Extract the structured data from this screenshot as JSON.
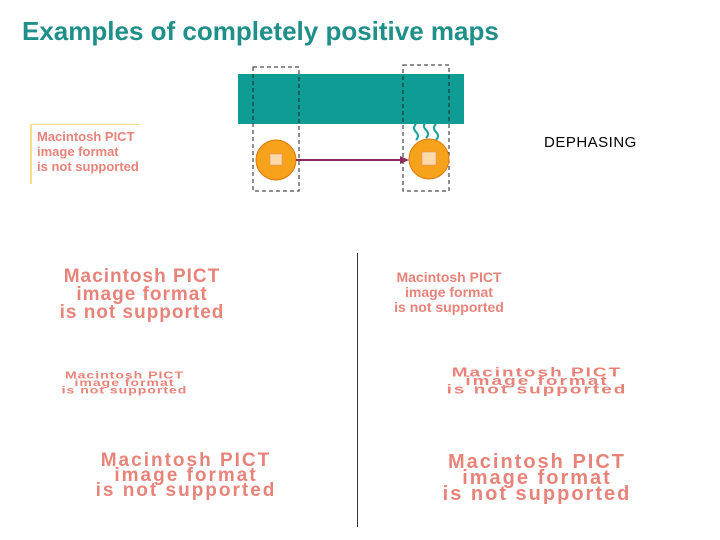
{
  "slide": {
    "title": "Examples of completely positive maps",
    "label": "DEPHASING"
  },
  "pict_placeholder": {
    "line1": "Macintosh PICT",
    "line2": "image format",
    "line3": "is not supported"
  },
  "colors": {
    "title": "#1f8f8a",
    "bar": "#0e9c94",
    "node_fill": "#f7a21b",
    "node_stroke": "#e07a0a",
    "arrow": "#8a2b5c",
    "placeholder_text": "#e8837a"
  },
  "icons": {
    "environment": "teal-bar",
    "qubit": "orange-circle",
    "interaction": "wavy-lines"
  }
}
